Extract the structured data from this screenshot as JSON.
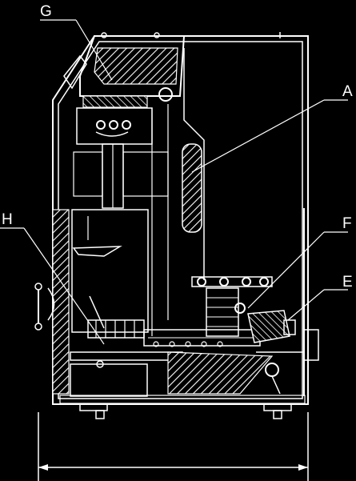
{
  "diagram": {
    "callouts": [
      {
        "id": "G",
        "label": "G"
      },
      {
        "id": "A",
        "label": "A"
      },
      {
        "id": "H",
        "label": "H"
      },
      {
        "id": "F",
        "label": "F"
      },
      {
        "id": "E",
        "label": "E"
      }
    ]
  },
  "colors": {
    "background": "#000000",
    "line": "#ffffff"
  }
}
